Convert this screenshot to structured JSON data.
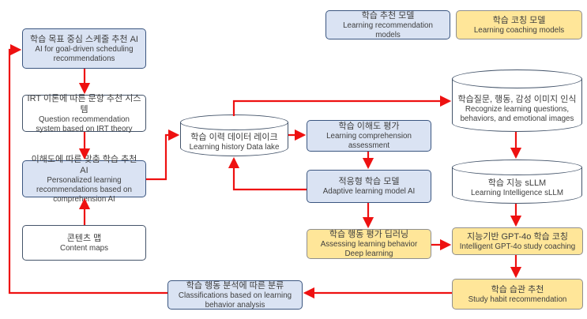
{
  "legend": {
    "recommendation": {
      "ko": "학습 추천 모델",
      "en": "Learning recommendation models"
    },
    "coaching": {
      "ko": "학습 코칭 모델",
      "en": "Learning coaching models"
    }
  },
  "nodes": {
    "goal_scheduling": {
      "ko": "학습 목표 중심 스케줄 추천 AI",
      "en": "AI for goal-driven scheduling recommendations"
    },
    "irt_question": {
      "ko": "IRT 이론에 따른 문항 추천 시스템",
      "en": "Question recommendation system based on IRT theory"
    },
    "personalized": {
      "ko": "이해도에 따른 맞춤 학습 추천 AI",
      "en": "Personalized learning recommendations based on comprehension AI"
    },
    "content_maps": {
      "ko": "콘텐츠 맵",
      "en": "Content maps"
    },
    "behavior_classification": {
      "ko": "학습 행동 분석에 따른 분류",
      "en": "Classifications based on learning behavior analysis"
    },
    "data_lake": {
      "ko": "학습 이력 데이터 레이크",
      "en": "Learning history Data lake"
    },
    "comprehension_assessment": {
      "ko": "학습 이해도 평가",
      "en": "Learning comprehension assessment"
    },
    "adaptive_model": {
      "ko": "적응형 학습 모델",
      "en": "Adaptive learning model AI"
    },
    "behavior_deep_learning": {
      "ko": "학습 행동 평가 딥러닝",
      "en": "Assessing learning behavior Deep learning"
    },
    "image_recognition": {
      "ko": "학습질문, 행동, 감성 이미지 인식",
      "en": "Recognize learning questions, behaviors, and emotional images"
    },
    "sllm": {
      "ko": "학습 지능 sLLM",
      "en": "Learning Intelligence sLLM"
    },
    "gpt4o_coaching": {
      "ko": "지능기반 GPT-4o 학습 코칭",
      "en": "Intelligent GPT-4o study coaching"
    },
    "habit_recommendation": {
      "ko": "학습 습관 추천",
      "en": "Study habit recommendation"
    }
  },
  "colors": {
    "recommendation_fill": "#dae3f3",
    "coaching_fill": "#ffe699",
    "shape_border_navy": "#3b5680",
    "shape_border_blue": "#44546a",
    "shape_border_gray": "#8f8f8f",
    "arrow": "#ee1111",
    "text": "#3f3f3f"
  }
}
